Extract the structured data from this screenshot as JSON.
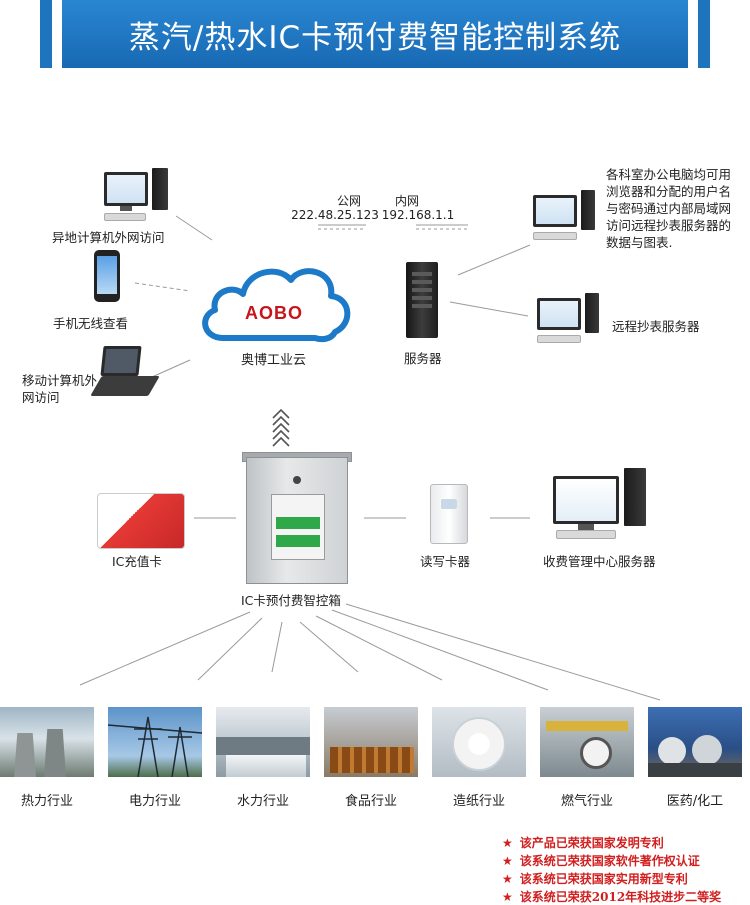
{
  "header": {
    "title": "蒸汽/热水IC卡预付费智能控制系统"
  },
  "network": {
    "public_label": "公网",
    "public_ip": "222.48.25.123",
    "private_label": "内网",
    "private_ip": "192.168.1.1"
  },
  "nodes": {
    "remote_pc": "异地计算机外网访问",
    "mobile": "手机无线查看",
    "laptop": "移动计算机外网访问",
    "cloud_logo": "AOBO",
    "cloud": "奥博工业云",
    "server": "服务器",
    "office_note": "各科室办公电脑均可用浏览器和分配的用户名与密码通过内部局域网访问远程抄表服务器的数据与图表.",
    "meter_server": "远程抄表服务器",
    "ic_card": "IC充值卡",
    "cabinet": "IC卡预付费智控箱",
    "reader": "读写卡器",
    "billing_server": "收费管理中心服务器"
  },
  "industries": [
    "热力行业",
    "电力行业",
    "水力行业",
    "食品行业",
    "造纸行业",
    "燃气行业",
    "医药/化工"
  ],
  "awards": [
    "该产品已荣获国家发明专利",
    "该系统已荣获国家软件著作权认证",
    "该系统已荣获国家实用新型专利",
    "该系统已荣获2012年科技进步二等奖"
  ],
  "colors": {
    "banner": "#1e74bd",
    "award_red": "#d11f1f",
    "logo_red": "#c8141b"
  }
}
